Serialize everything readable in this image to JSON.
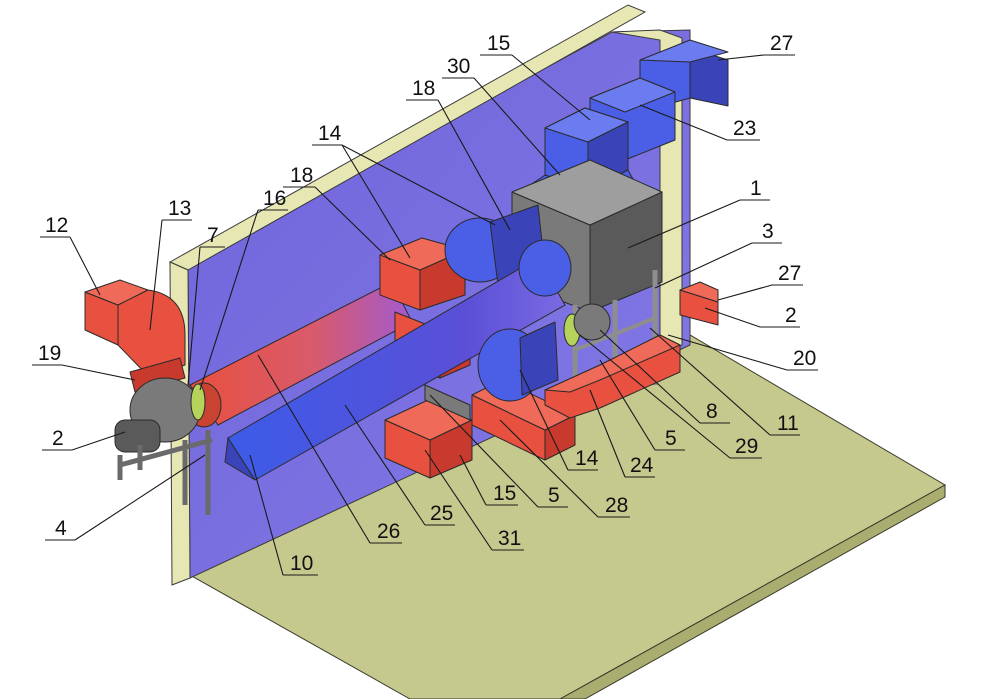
{
  "colors": {
    "wall": "#7b6fe0",
    "wall_dark": "#5c50c8",
    "floor": "#c5c98e",
    "wall_edge": "#e7e7b3",
    "red": "#e8503f",
    "red_dark": "#c93a2e",
    "blue": "#4a5ee6",
    "blue_dark": "#3a44b8",
    "grey": "#7a7a7a",
    "grey_dark": "#5a5a5a",
    "steel": "#8e8e8e",
    "green_ring": "#b5d35a"
  },
  "labels": {
    "l1": "1",
    "l2a": "2",
    "l2b": "2",
    "l3": "3",
    "l4": "4",
    "l5a": "5",
    "l5b": "5",
    "l7": "7",
    "l8": "8",
    "l10": "10",
    "l11": "11",
    "l12": "12",
    "l13": "13",
    "l14a": "14",
    "l14b": "14",
    "l15a": "15",
    "l15b": "15",
    "l16": "16",
    "l18a": "18",
    "l18b": "18",
    "l19": "19",
    "l20": "20",
    "l23": "23",
    "l24": "24",
    "l25": "25",
    "l26": "26",
    "l27a": "27",
    "l27b": "27",
    "l28": "28",
    "l29": "29",
    "l30": "30",
    "l31": "31"
  }
}
